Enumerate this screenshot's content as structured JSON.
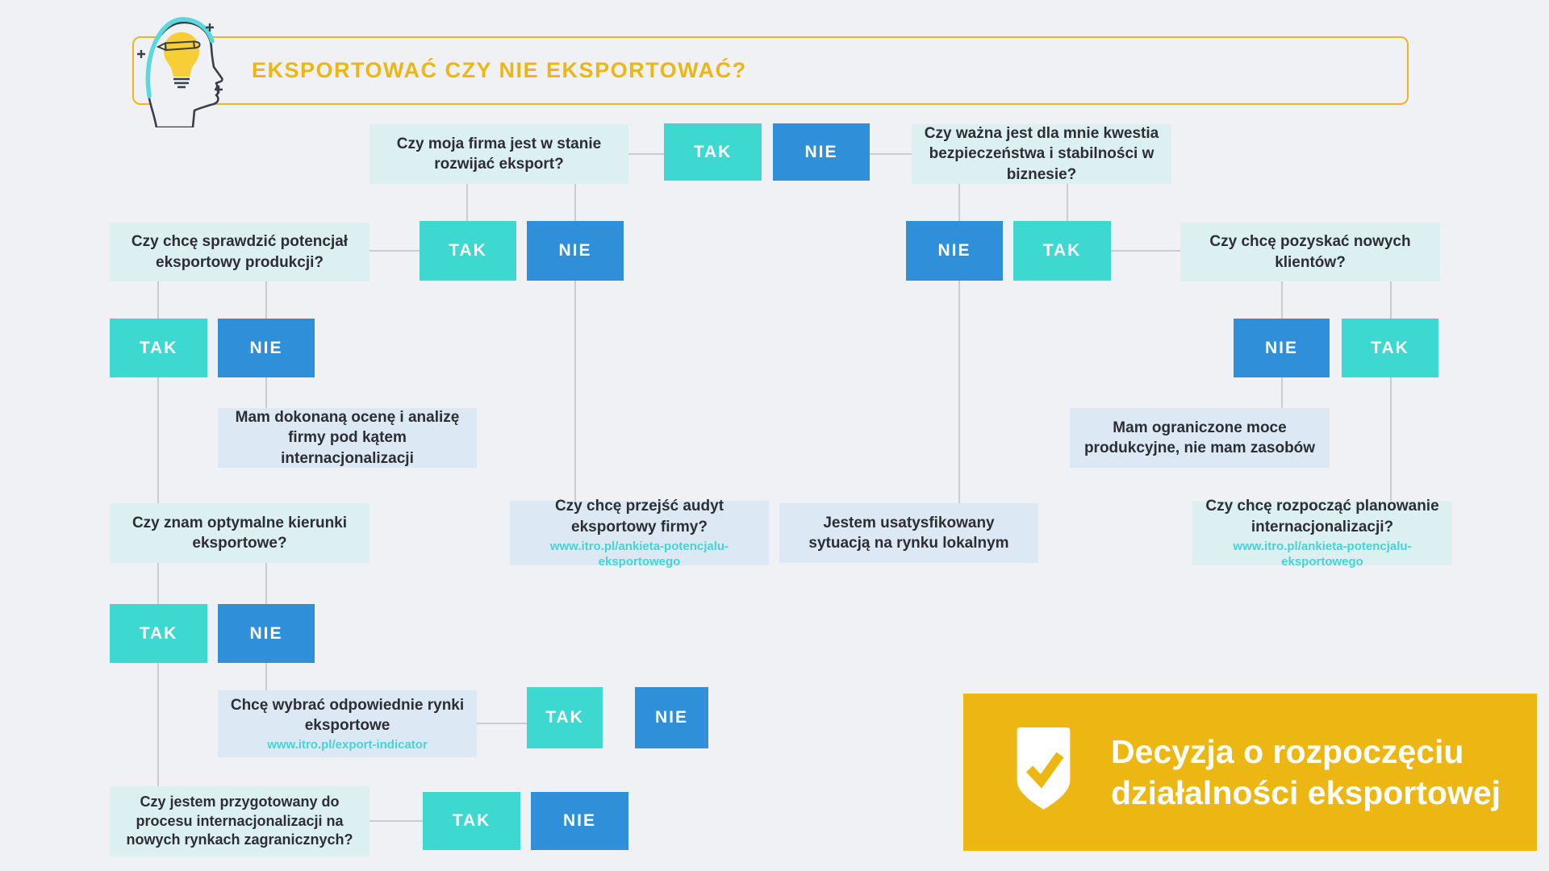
{
  "header": {
    "title": "EKSPORTOWAĆ CZY NIE EKSPORTOWAĆ?",
    "logo_icon": "head-lightbulb-pencil-icon"
  },
  "labels": {
    "yes": "TAK",
    "no": "NIE"
  },
  "colors": {
    "page_bg": "#EFF1F5",
    "accent_yellow": "#ECB71C",
    "yes_teal": "#3DD9D0",
    "no_blue": "#2F8FD8",
    "question_bg": "#DDF0F1",
    "statement_bg": "#DCE9F4",
    "link_teal": "#45D4D6",
    "connector_gray": "#C9CCD1",
    "text_dark": "#2C2E33"
  },
  "nodes": {
    "q_rozwijac": {
      "text": "Czy moja firma jest w stanie rozwijać eksport?"
    },
    "q_bezpieczenstwo": {
      "text": "Czy ważna jest dla mnie kwestia bezpieczeństwa i stabilności w biznesie?"
    },
    "q_sprawdzic": {
      "text": "Czy chcę sprawdzić potencjał eksportowy produkcji?"
    },
    "q_pozyskac": {
      "text": "Czy chcę pozyskać nowych klientów?"
    },
    "mam_dokonana": {
      "text": "Mam dokonaną ocenę i analizę firmy pod kątem internacjonalizacji"
    },
    "mam_ograniczone": {
      "text": "Mam ograniczone moce produkcyjne, nie mam zasobów"
    },
    "q_znam": {
      "text": "Czy znam optymalne kierunki eksportowe?"
    },
    "q_audyt": {
      "text": "Czy chcę przejść audyt eksportowy firmy?",
      "link": "www.itro.pl/ankieta-potencjalu-eksportowego"
    },
    "jestem_usatysfikowany": {
      "text": "Jestem usatysfikowany sytuacją na rynku lokalnym"
    },
    "q_planowanie": {
      "text": "Czy chcę rozpocząć planowanie internacjonalizacji?",
      "link": "www.itro.pl/ankieta-potencjalu-eksportowego"
    },
    "chce_wybrac": {
      "text": "Chcę wybrać odpowiednie rynki eksportowe",
      "link": "www.itro.pl/export-indicator"
    },
    "q_przygotowany": {
      "text": "Czy jestem przygotowany do procesu internacjonalizacji na nowych rynkach zagranicznych?"
    }
  },
  "decision": {
    "line1": "Decyzja o rozpoczęciu",
    "line2": "działalności eksportowej",
    "icon": "shield-check-icon"
  }
}
